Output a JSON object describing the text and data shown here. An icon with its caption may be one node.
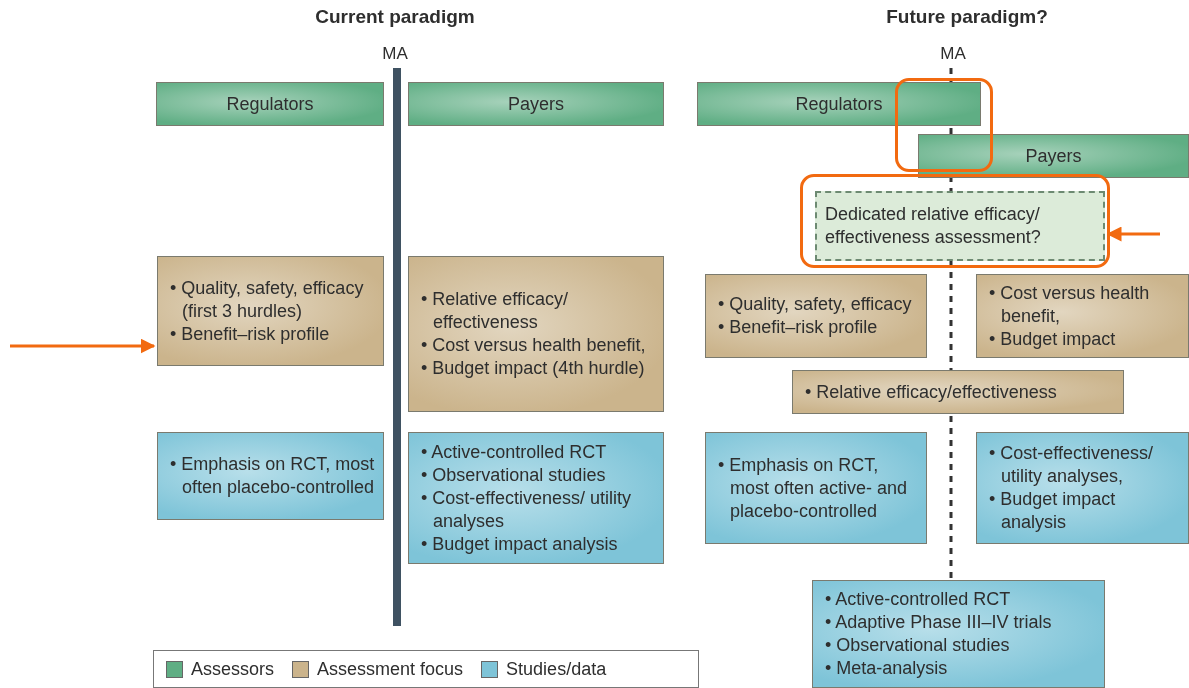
{
  "diagram": {
    "nodes": [
      {
        "text": [
          "Regulators"
        ]
      },
      {
        "text": [
          "Payers"
        ]
      },
      {
        "text": [
          "• Quality, safety, efficacy (first 3 hurdles)",
          "• Benefit–risk profile"
        ]
      },
      {
        "text": [
          "• Relative efficacy/ effectiveness",
          "• Cost versus health benefit,",
          "• Budget impact (4th hurdle)"
        ]
      },
      {
        "text": [
          "• Emphasis on RCT, most often placebo-controlled"
        ]
      },
      {
        "text": [
          "• Active-controlled RCT",
          "• Observational studies",
          "• Cost-effectiveness/ utility analyses",
          "• Budget impact analysis"
        ]
      },
      {
        "text": [
          "Regulators"
        ]
      },
      {
        "text": [
          "Payers"
        ]
      },
      {
        "text": [],
        "shape": "box"
      },
      {
        "text": [],
        "shape": "box"
      },
      {
        "text": [
          "Dedicated relative efficacy/ effectiveness assessment?"
        ],
        "in": 9
      },
      {
        "text": [
          "• Quality, safety, efficacy",
          "• Benefit–risk profile"
        ]
      },
      {
        "text": [
          "• Cost versus health benefit,",
          "• Budget impact"
        ]
      },
      {
        "text": [
          "• Relative efficacy/effectiveness"
        ]
      },
      {
        "text": [
          "• Emphasis on RCT, most often active- and placebo-controlled"
        ]
      },
      {
        "text": [
          "• Cost-effectiveness/ utility analyses,",
          "• Budget impact analysis"
        ]
      },
      {
        "text": [
          "• Active-controlled RCT",
          "• Adaptive Phase III–IV trials",
          "• Observational studies",
          "• Meta-analysis"
        ]
      }
    ],
    "edges": [
      {
        "from": null,
        "to": 2,
        "arrow": "to"
      },
      {
        "from": null,
        "to": 10,
        "arrow": "to"
      }
    ],
    "labels": [
      "Current paradigm",
      "Future paradigm?",
      "MA",
      "MA"
    ],
    "legend": [
      {
        "text": "Assessors",
        "color": "#5fae84"
      },
      {
        "text": "Assessment focus",
        "color": "#cbb48c"
      },
      {
        "text": "Studies/data",
        "color": "#7ec4d8"
      }
    ]
  }
}
